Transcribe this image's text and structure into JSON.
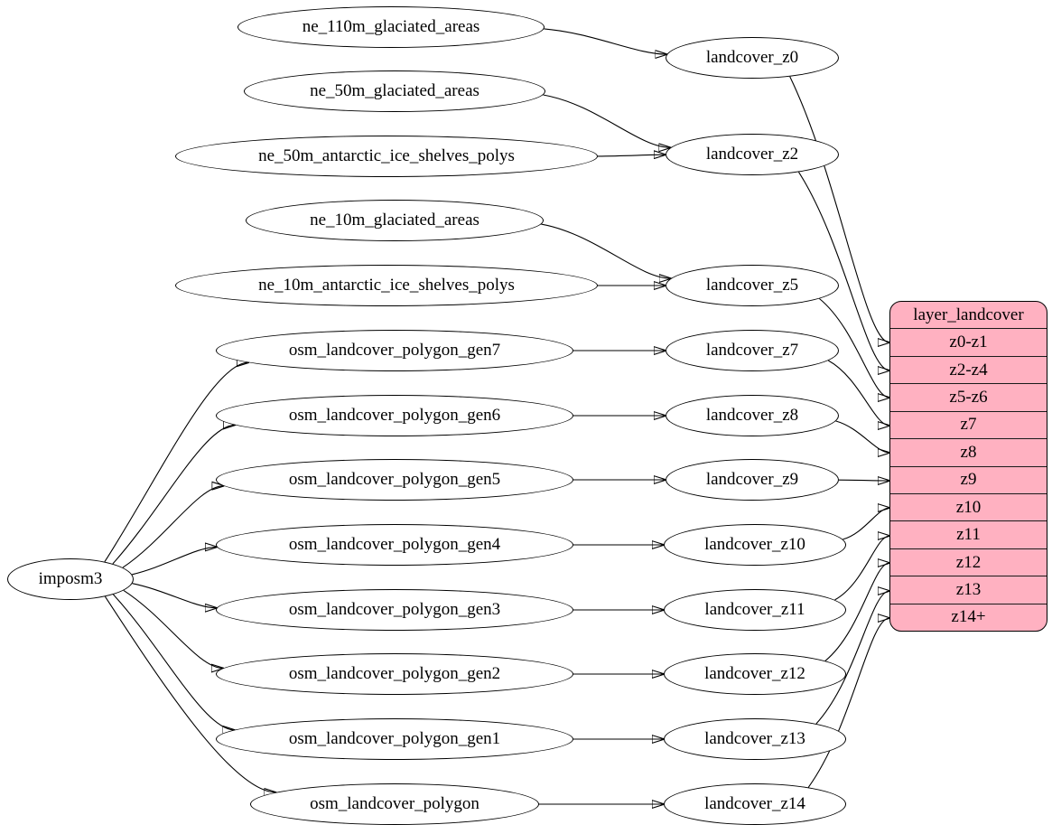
{
  "colors": {
    "background": "#ffffff",
    "node_fill": "#ffffff",
    "node_stroke": "#000000",
    "edge_color": "#000000",
    "table_fill": "#ffb1c1"
  },
  "nodes": {
    "imposm3": "imposm3",
    "ne_110m_glaciated_areas": "ne_110m_glaciated_areas",
    "ne_50m_glaciated_areas": "ne_50m_glaciated_areas",
    "ne_50m_antarctic_ice_shelves_polys": "ne_50m_antarctic_ice_shelves_polys",
    "ne_10m_glaciated_areas": "ne_10m_glaciated_areas",
    "ne_10m_antarctic_ice_shelves_polys": "ne_10m_antarctic_ice_shelves_polys",
    "osm_landcover_polygon_gen7": "osm_landcover_polygon_gen7",
    "osm_landcover_polygon_gen6": "osm_landcover_polygon_gen6",
    "osm_landcover_polygon_gen5": "osm_landcover_polygon_gen5",
    "osm_landcover_polygon_gen4": "osm_landcover_polygon_gen4",
    "osm_landcover_polygon_gen3": "osm_landcover_polygon_gen3",
    "osm_landcover_polygon_gen2": "osm_landcover_polygon_gen2",
    "osm_landcover_polygon_gen1": "osm_landcover_polygon_gen1",
    "osm_landcover_polygon": "osm_landcover_polygon",
    "landcover_z0": "landcover_z0",
    "landcover_z2": "landcover_z2",
    "landcover_z5": "landcover_z5",
    "landcover_z7": "landcover_z7",
    "landcover_z8": "landcover_z8",
    "landcover_z9": "landcover_z9",
    "landcover_z10": "landcover_z10",
    "landcover_z11": "landcover_z11",
    "landcover_z12": "landcover_z12",
    "landcover_z13": "landcover_z13",
    "landcover_z14": "landcover_z14"
  },
  "table": {
    "title": "layer_landcover",
    "rows": [
      "z0-z1",
      "z2-z4",
      "z5-z6",
      "z7",
      "z8",
      "z9",
      "z10",
      "z11",
      "z12",
      "z13",
      "z14+"
    ]
  },
  "edges": [
    [
      "imposm3",
      "osm_landcover_polygon_gen7"
    ],
    [
      "imposm3",
      "osm_landcover_polygon_gen6"
    ],
    [
      "imposm3",
      "osm_landcover_polygon_gen5"
    ],
    [
      "imposm3",
      "osm_landcover_polygon_gen4"
    ],
    [
      "imposm3",
      "osm_landcover_polygon_gen3"
    ],
    [
      "imposm3",
      "osm_landcover_polygon_gen2"
    ],
    [
      "imposm3",
      "osm_landcover_polygon_gen1"
    ],
    [
      "imposm3",
      "osm_landcover_polygon"
    ],
    [
      "ne_110m_glaciated_areas",
      "landcover_z0"
    ],
    [
      "ne_50m_glaciated_areas",
      "landcover_z2"
    ],
    [
      "ne_50m_antarctic_ice_shelves_polys",
      "landcover_z2"
    ],
    [
      "ne_10m_glaciated_areas",
      "landcover_z5"
    ],
    [
      "ne_10m_antarctic_ice_shelves_polys",
      "landcover_z5"
    ],
    [
      "osm_landcover_polygon_gen7",
      "landcover_z7"
    ],
    [
      "osm_landcover_polygon_gen6",
      "landcover_z8"
    ],
    [
      "osm_landcover_polygon_gen5",
      "landcover_z9"
    ],
    [
      "osm_landcover_polygon_gen4",
      "landcover_z10"
    ],
    [
      "osm_landcover_polygon_gen3",
      "landcover_z11"
    ],
    [
      "osm_landcover_polygon_gen2",
      "landcover_z12"
    ],
    [
      "osm_landcover_polygon_gen1",
      "landcover_z13"
    ],
    [
      "osm_landcover_polygon",
      "landcover_z14"
    ],
    [
      "landcover_z0",
      "row:z0-z1"
    ],
    [
      "landcover_z2",
      "row:z2-z4"
    ],
    [
      "landcover_z5",
      "row:z5-z6"
    ],
    [
      "landcover_z7",
      "row:z7"
    ],
    [
      "landcover_z8",
      "row:z8"
    ],
    [
      "landcover_z9",
      "row:z9"
    ],
    [
      "landcover_z10",
      "row:z10"
    ],
    [
      "landcover_z11",
      "row:z11"
    ],
    [
      "landcover_z12",
      "row:z12"
    ],
    [
      "landcover_z13",
      "row:z13"
    ],
    [
      "landcover_z14",
      "row:z14+"
    ]
  ]
}
